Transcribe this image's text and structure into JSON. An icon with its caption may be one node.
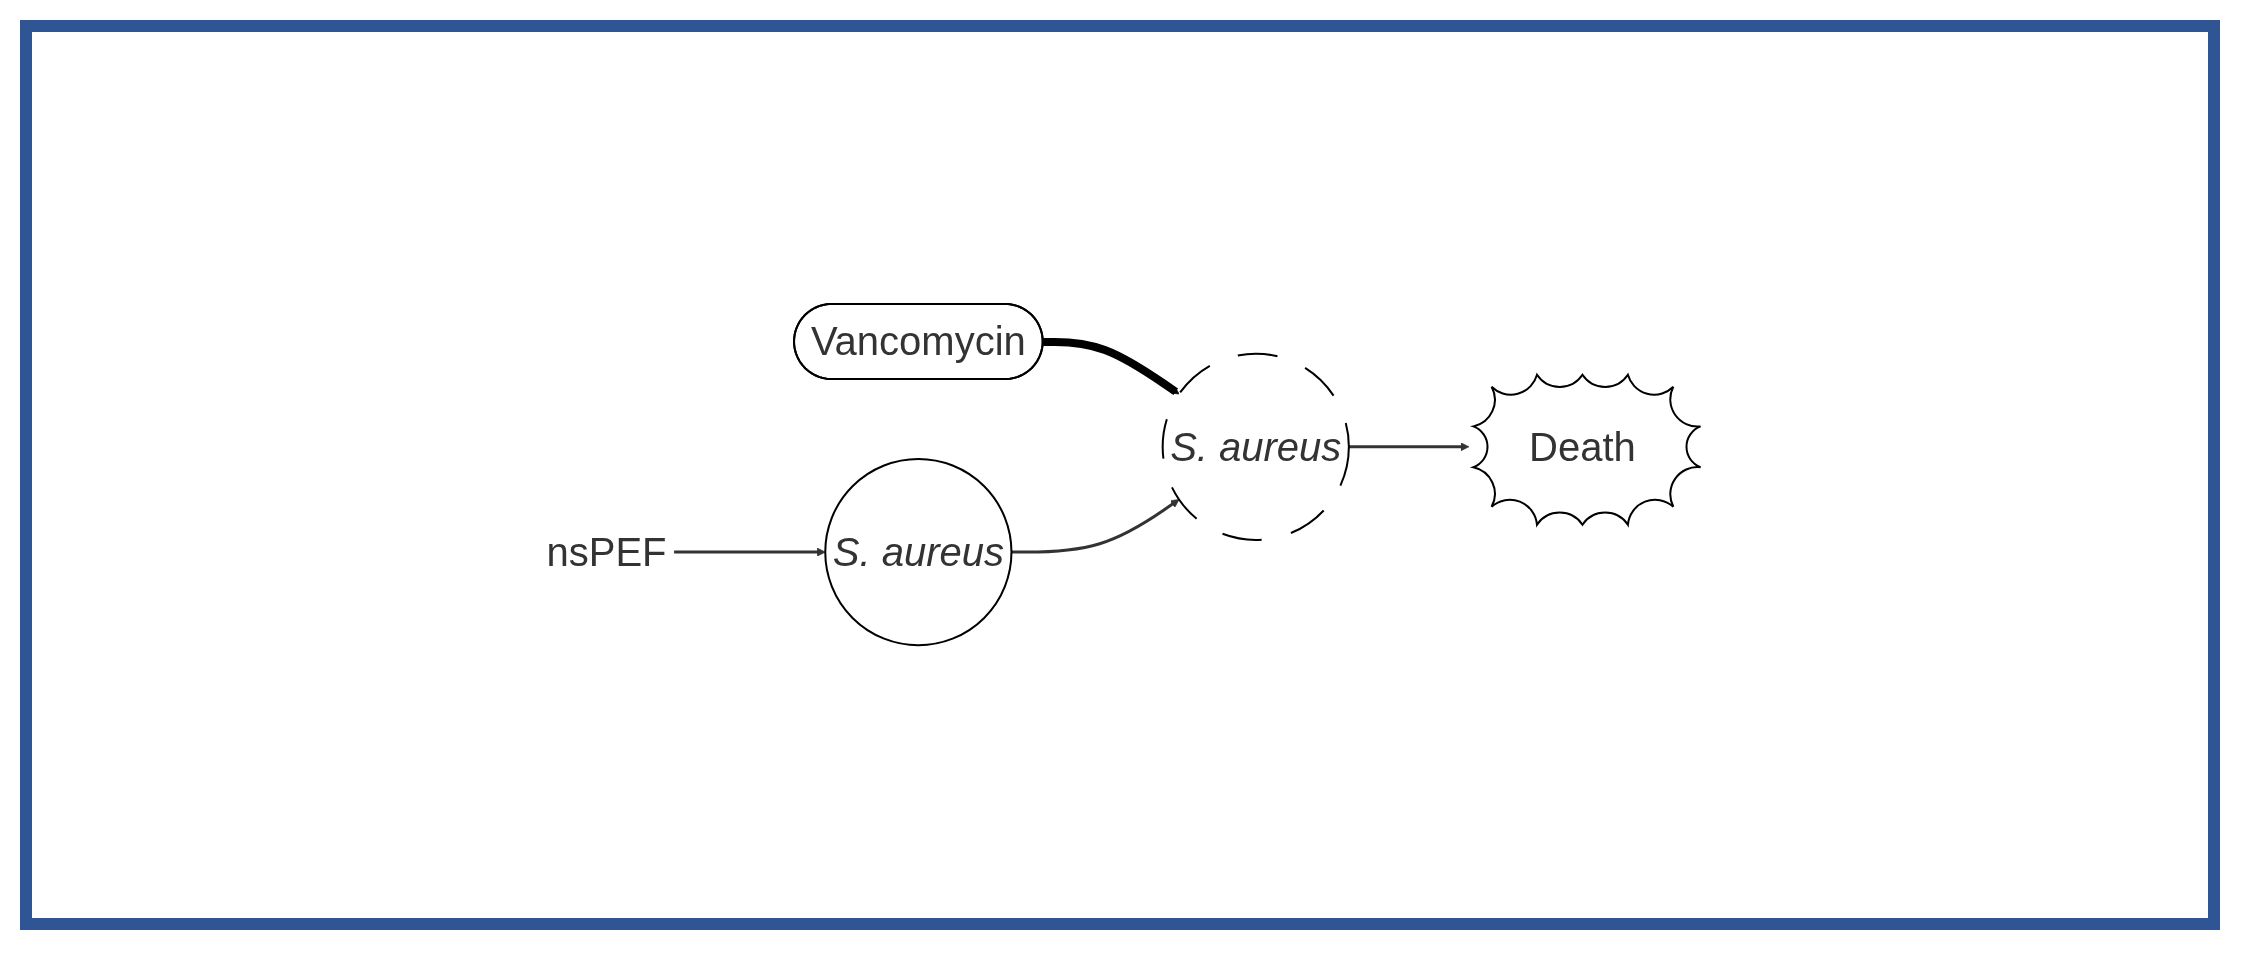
{
  "diagram": {
    "nodes": [
      {
        "text": [
          "nsPEF"
        ]
      },
      {
        "text": [
          "Vancomycin"
        ]
      },
      {
        "text": [
          "S. aureus"
        ]
      },
      {
        "text": [
          "S. aureus"
        ]
      },
      {
        "text": [
          "Death"
        ]
      }
    ],
    "edges": [
      {
        "from": 0,
        "to": 2,
        "arrow": "to"
      },
      {
        "from": 1,
        "to": 3,
        "arrow": "to",
        "style": "thick",
        "color": "#000000"
      },
      {
        "from": 2,
        "to": 3,
        "arrow": "to"
      },
      {
        "from": 3,
        "to": 4,
        "arrow": "to"
      }
    ]
  }
}
